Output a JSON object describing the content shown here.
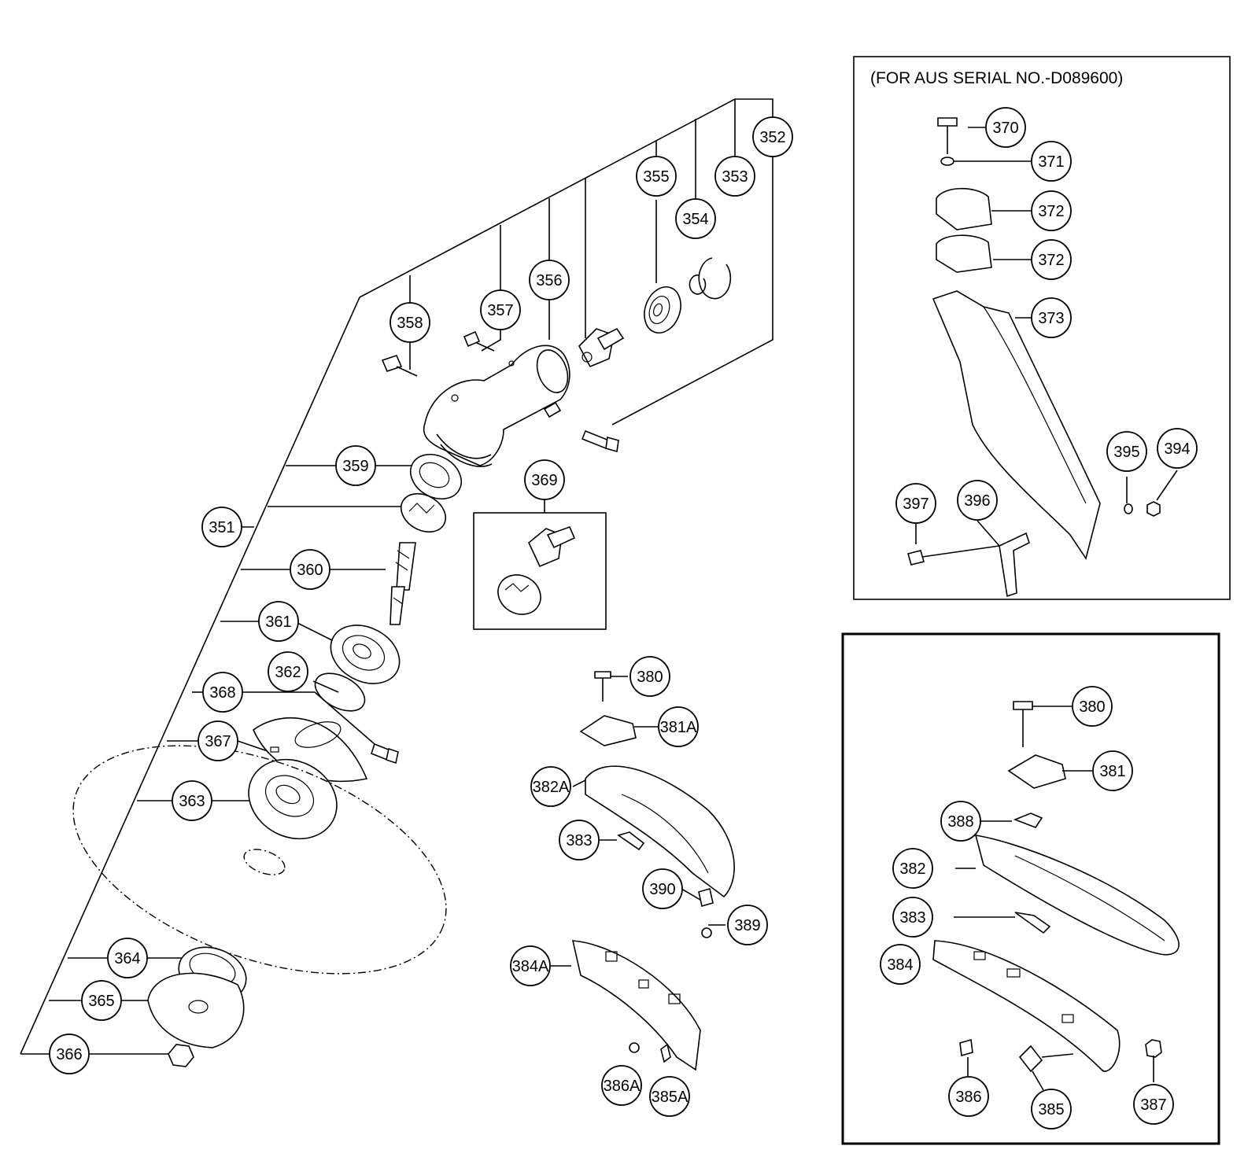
{
  "caption": "(FOR AUS SERIAL NO.-D089600)",
  "parts": [
    "351",
    "352",
    "353",
    "354",
    "355",
    "356",
    "357",
    "358",
    "359",
    "360",
    "361",
    "362",
    "363",
    "364",
    "365",
    "366",
    "367",
    "368",
    "369",
    "370",
    "371",
    "372",
    "372",
    "373",
    "394",
    "395",
    "396",
    "397",
    "380",
    "381A",
    "382A",
    "383",
    "390",
    "389",
    "384A",
    "386A",
    "385A",
    "380",
    "381",
    "388",
    "382",
    "383",
    "384",
    "386",
    "385",
    "387"
  ]
}
